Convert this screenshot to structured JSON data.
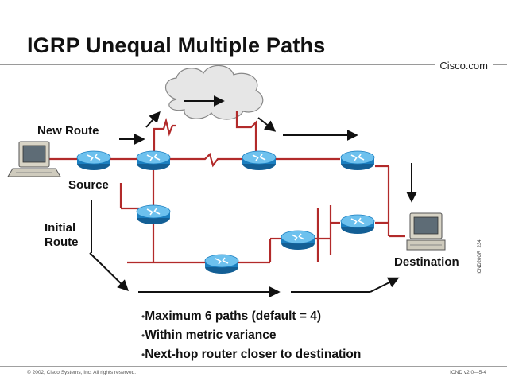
{
  "slide": {
    "title": "IGRP Unequal Multiple Paths",
    "brand": "Cisco.com",
    "copyright": "© 2002, Cisco Systems, Inc. All rights reserved.",
    "course_code": "ICND v2.0—5-4",
    "side_code": "ICND20GR_234"
  },
  "diagram": {
    "labels": {
      "new_route": "New Route",
      "source": "Source",
      "initial_route_line1": "Initial",
      "initial_route_line2": "Route",
      "destination": "Destination"
    }
  },
  "bullets": [
    "Maximum 6 paths (default = 4)",
    "Within metric variance",
    "Next-hop router closer to destination"
  ],
  "colors": {
    "link": "#b22a2a",
    "router_body": "#1b7fc0",
    "router_top": "#6dc1ee",
    "cloud": "#e6e6e6",
    "arrow": "#111111"
  }
}
